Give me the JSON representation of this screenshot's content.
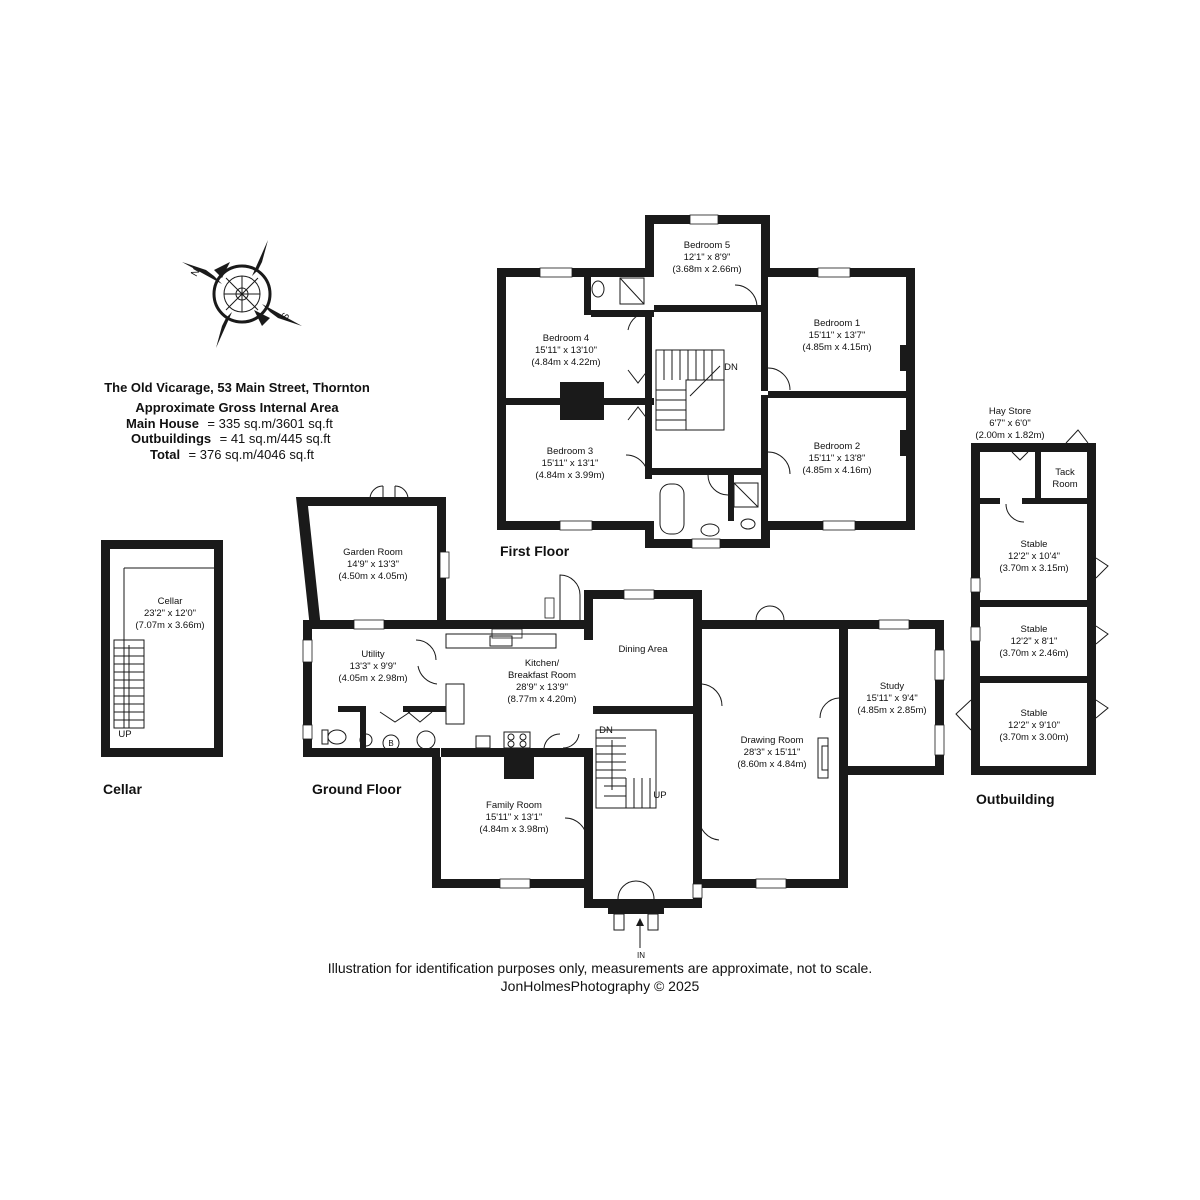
{
  "header": {
    "address": "The Old Vicarage, 53 Main Street, Thornton",
    "area_title": "Approximate Gross Internal Area",
    "main_house_label": "Main House",
    "main_house_value": "= 335 sq.m/3601 sq.ft",
    "outbuildings_label": "Outbuildings",
    "outbuildings_value": "= 41 sq.m/445 sq.ft",
    "total_label": "Total",
    "total_value": "= 376 sq.m/4046 sq.ft"
  },
  "compass": {
    "n": "N",
    "s": "S"
  },
  "floor_labels": {
    "first_floor": "First Floor",
    "ground_floor": "Ground Floor",
    "cellar": "Cellar",
    "outbuilding": "Outbuilding"
  },
  "rooms": {
    "bedroom5": {
      "name": "Bedroom 5",
      "imperial": "12'1\" x 8'9\"",
      "metric": "(3.68m x 2.66m)"
    },
    "bedroom4": {
      "name": "Bedroom 4",
      "imperial": "15'11\" x 13'10\"",
      "metric": "(4.84m x 4.22m)"
    },
    "bedroom1": {
      "name": "Bedroom 1",
      "imperial": "15'11\" x 13'7\"",
      "metric": "(4.85m x 4.15m)"
    },
    "bedroom3": {
      "name": "Bedroom 3",
      "imperial": "15'11\" x 13'1\"",
      "metric": "(4.84m x 3.99m)"
    },
    "bedroom2": {
      "name": "Bedroom 2",
      "imperial": "15'11\" x 13'8\"",
      "metric": "(4.85m x 4.16m)"
    },
    "cellar": {
      "name": "Cellar",
      "imperial": "23'2\" x 12'0\"",
      "metric": "(7.07m x 3.66m)"
    },
    "garden_room": {
      "name": "Garden Room",
      "imperial": "14'9\" x 13'3\"",
      "metric": "(4.50m x 4.05m)"
    },
    "utility": {
      "name": "Utility",
      "imperial": "13'3\" x 9'9\"",
      "metric": "(4.05m x 2.98m)"
    },
    "kitchen": {
      "name": "Kitchen/",
      "name2": "Breakfast Room",
      "imperial": "28'9\" x 13'9\"",
      "metric": "(8.77m x 4.20m)"
    },
    "dining": {
      "name": "Dining Area"
    },
    "study": {
      "name": "Study",
      "imperial": "15'11\" x 9'4\"",
      "metric": "(4.85m x 2.85m)"
    },
    "drawing": {
      "name": "Drawing Room",
      "imperial": "28'3\" x 15'11\"",
      "metric": "(8.60m x 4.84m)"
    },
    "family": {
      "name": "Family Room",
      "imperial": "15'11\" x 13'1\"",
      "metric": "(4.84m x 3.98m)"
    },
    "hay_store": {
      "name": "Hay Store",
      "imperial": "6'7\" x 6'0\"",
      "metric": "(2.00m x 1.82m)"
    },
    "tack_room": {
      "name": "Tack",
      "name2": "Room"
    },
    "stable1": {
      "name": "Stable",
      "imperial": "12'2\" x 10'4\"",
      "metric": "(3.70m x 3.15m)"
    },
    "stable2": {
      "name": "Stable",
      "imperial": "12'2\" x 8'1\"",
      "metric": "(3.70m x 2.46m)"
    },
    "stable3": {
      "name": "Stable",
      "imperial": "12'2\" x 9'10\"",
      "metric": "(3.70m x 3.00m)"
    }
  },
  "stair_marks": {
    "dn_first": "DN",
    "up_cellar": "UP",
    "dn_ground": "DN",
    "up_ground": "UP",
    "entrance": "IN",
    "boiler": "B"
  },
  "footer": {
    "disclaimer": "Illustration for identification purposes only, measurements are approximate, not to scale.",
    "credit": "JonHolmesPhotography © 2025"
  }
}
